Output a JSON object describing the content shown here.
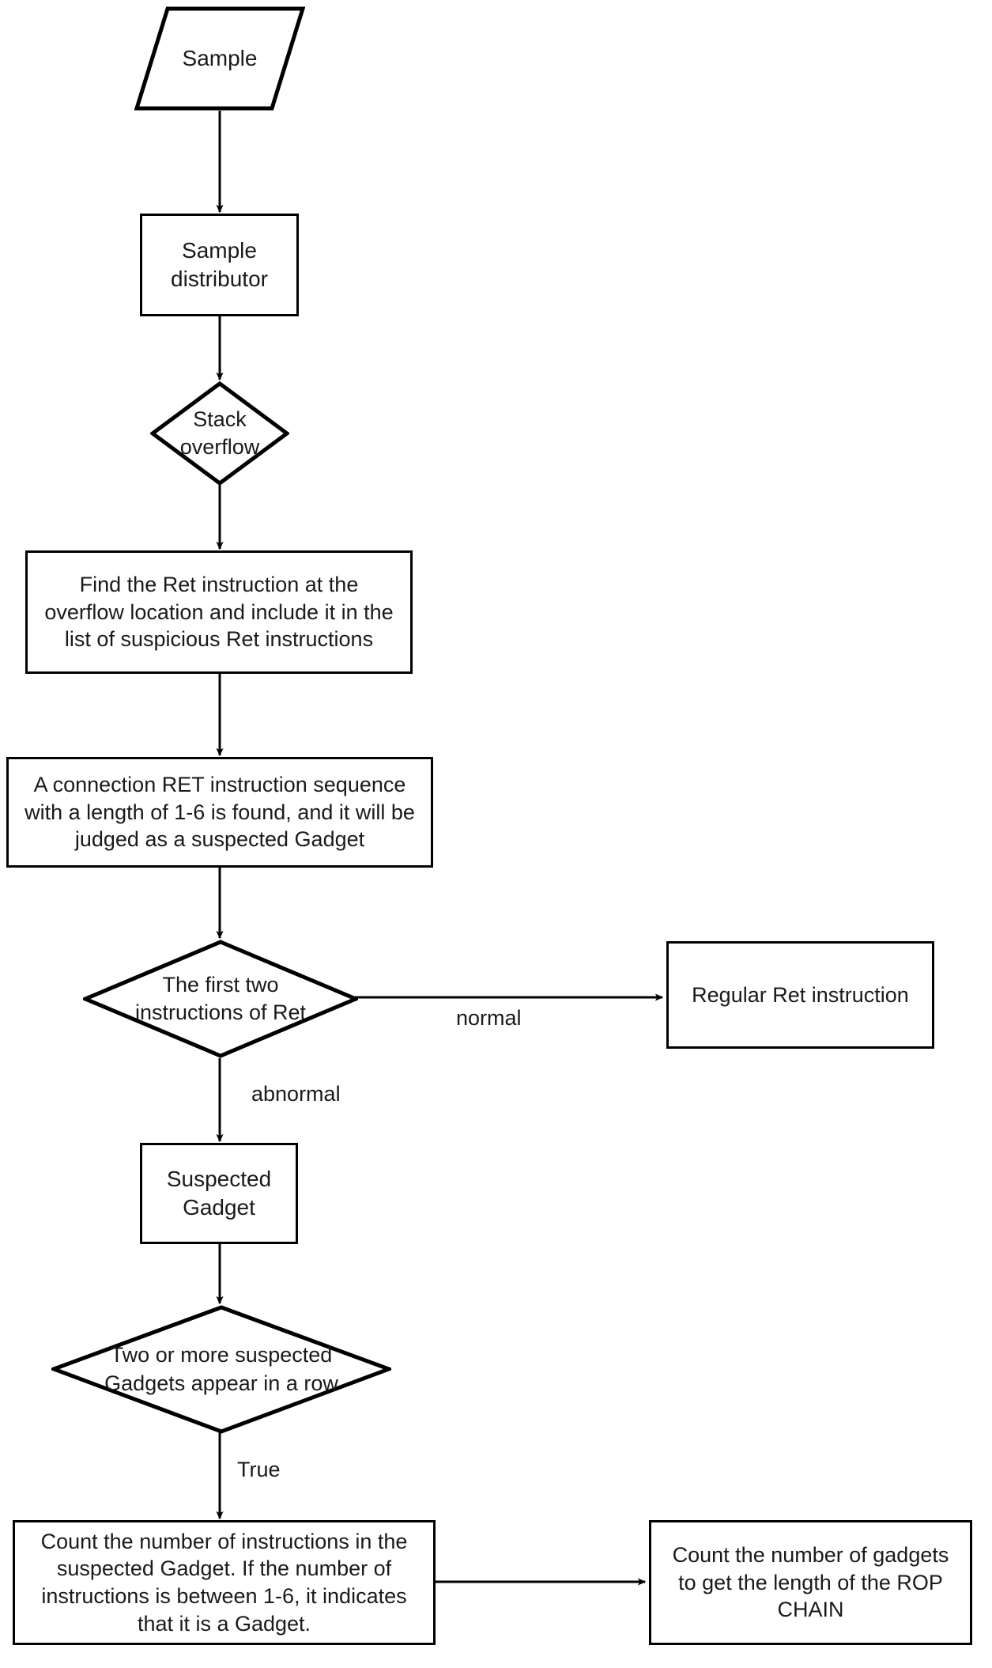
{
  "diagram": {
    "title": "ROP chain gadget detection flowchart",
    "stroke_color": "#000000",
    "fill_color": "#ffffff",
    "text_color": "#1a1a1a"
  },
  "nodes": {
    "sample": {
      "label": "Sample",
      "shape": "parallelogram"
    },
    "sample_distributor": {
      "label": "Sample\ndistributor",
      "line1": "Sample",
      "line2": "distributor",
      "shape": "process"
    },
    "stack_overflow": {
      "label": "Stack\noverflow",
      "line1": "Stack",
      "line2": "overflow",
      "shape": "decision"
    },
    "find_ret": {
      "label": "Find the Ret instruction at the overflow location and include it in the list of suspicious Ret instructions",
      "shape": "process"
    },
    "connection_ret": {
      "label": "A connection RET instruction sequence with a length of 1-6 is found, and it will be judged as a suspected Gadget",
      "shape": "process"
    },
    "first_two": {
      "label": "The first two instructions of Ret",
      "line1": "The first two",
      "line2": "instructions of Ret",
      "shape": "decision"
    },
    "regular_ret": {
      "label": "Regular Ret instruction",
      "shape": "process"
    },
    "suspected_gadget": {
      "label": "Suspected\nGadget",
      "line1": "Suspected",
      "line2": "Gadget",
      "shape": "process"
    },
    "two_or_more": {
      "label": "Two or more suspected Gadgets appear in a row",
      "line1": "Two or more suspected",
      "line2": "Gadgets appear in a row",
      "shape": "decision"
    },
    "count_instructions": {
      "label": "Count the number of instructions in the suspected Gadget. If the number of instructions is between 1-6, it indicates that it is a Gadget.",
      "shape": "process"
    },
    "count_gadgets": {
      "label": "Count the number of gadgets to get the length of the ROP CHAIN",
      "shape": "process"
    }
  },
  "edge_labels": {
    "normal": "normal",
    "abnormal": "abnormal",
    "true": "True"
  }
}
